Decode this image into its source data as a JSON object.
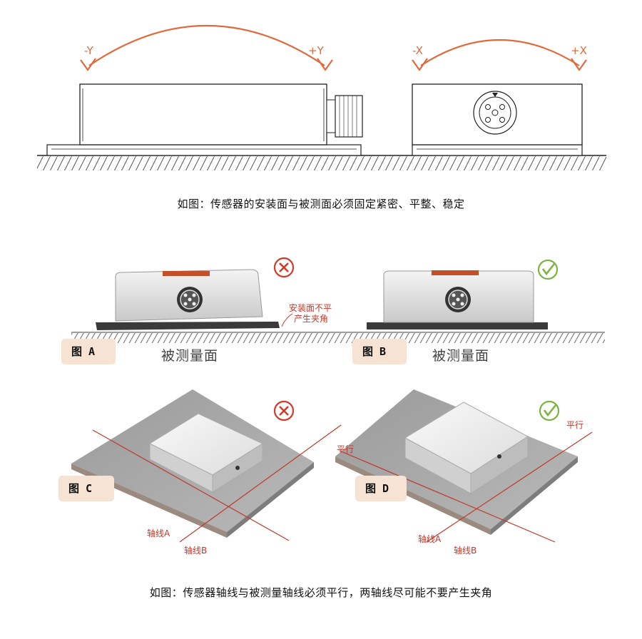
{
  "top": {
    "left_diagram": {
      "neg_label": "-Y",
      "pos_label": "+Y"
    },
    "right_diagram": {
      "neg_label": "-X",
      "pos_label": "+X"
    },
    "caption": "如图：传感器的安装面与被测面必须固定紧密、平整、稳定"
  },
  "fig_a": {
    "label": "图 A",
    "surface_label": "被测量面",
    "note_line1": "安装面不平",
    "note_line2": "产生夹角",
    "status": "wrong"
  },
  "fig_b": {
    "label": "图 B",
    "surface_label": "被测量面",
    "status": "correct"
  },
  "fig_c": {
    "label": "图 C",
    "axis_a": "轴线A",
    "axis_b": "轴线B",
    "status": "wrong"
  },
  "fig_d": {
    "label": "图 D",
    "axis_a": "轴线A",
    "axis_b": "轴线B",
    "parallel_1": "平行",
    "parallel_2": "平行",
    "status": "correct"
  },
  "bottom_caption": "如图：传感器轴线与被测量轴线必须平行，两轴线尽可能不要产生夹角",
  "colors": {
    "arrow": "#e06a3c",
    "wrong": "#d23a2a",
    "correct": "#7cb342",
    "label_bg": "#f6e3d3",
    "axis_line": "#c0392b"
  },
  "icons": {
    "wrong": "x-circle-icon",
    "correct": "check-circle-icon",
    "connector": "connector-icon"
  }
}
